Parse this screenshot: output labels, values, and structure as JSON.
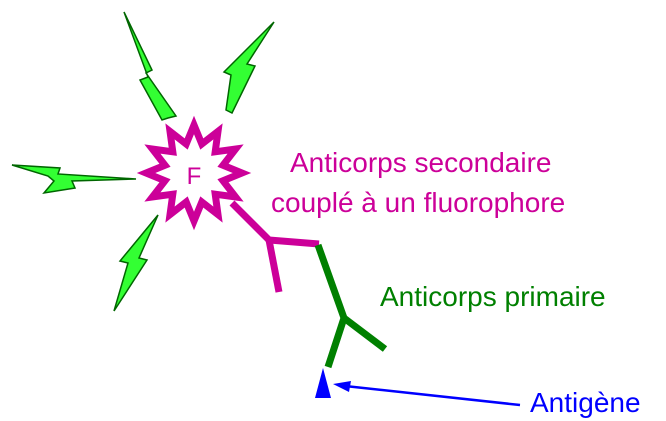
{
  "fluorophore_letter": "F",
  "labels": {
    "secondary_line1": "Anticorps secondaire",
    "secondary_line2": "couplé à un fluorophore",
    "primary": "Anticorps primaire",
    "antigen": "Antigène"
  },
  "colors": {
    "secondary": "#cc0099",
    "primary": "#008000",
    "antigen": "#0000ff",
    "lightning_fill": "#33ff33",
    "lightning_stroke": "#006600"
  }
}
